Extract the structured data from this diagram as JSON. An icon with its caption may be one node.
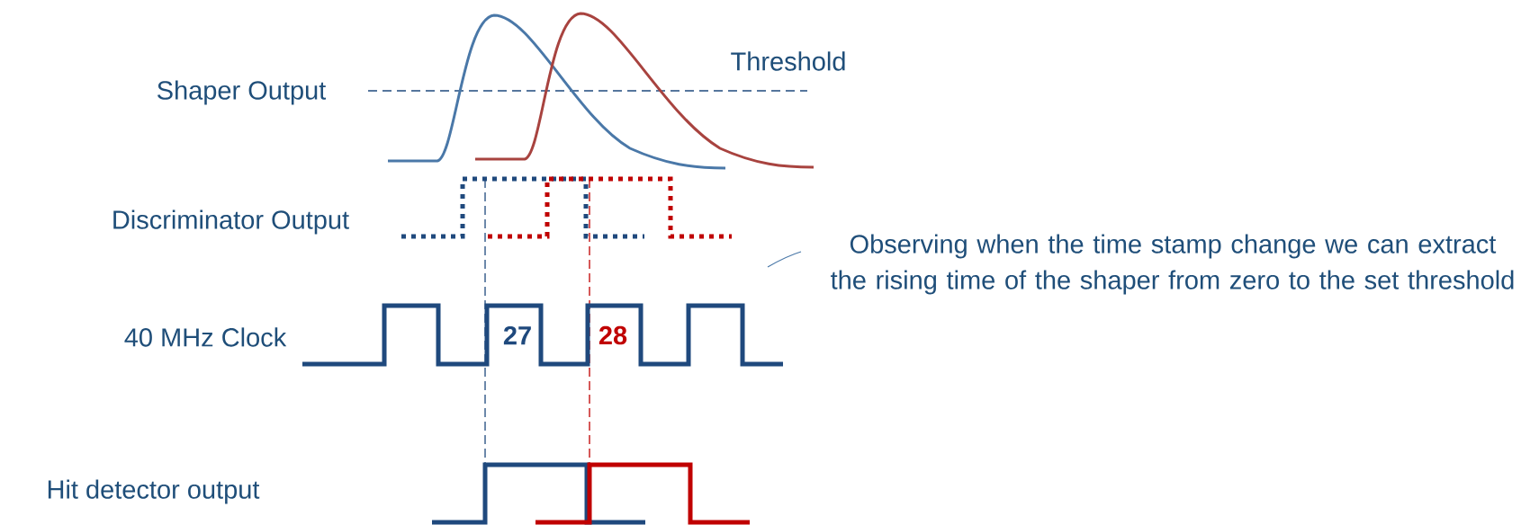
{
  "diagram": {
    "labels": [
      "Threshold",
      "Shaper Output",
      "Discriminator Output",
      "Observing when the time stamp change we can extract the rising time of the shaper from zero to the set threshold",
      "40 MHz Clock",
      "27",
      "28",
      "Hit detector output"
    ]
  }
}
